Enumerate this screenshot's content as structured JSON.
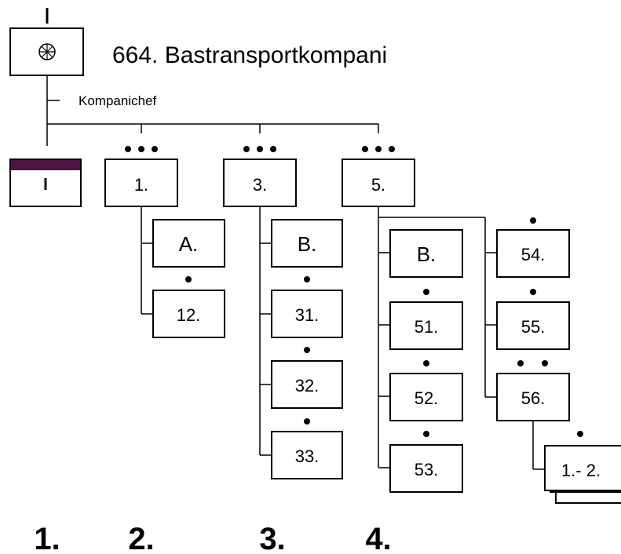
{
  "unit": {
    "title": "664. Bastransportkompani",
    "commander_label": "Kompanichef",
    "hq_symbol_icon": "wheel-symbol-icon",
    "hq_staff_color": "#4a1541"
  },
  "platoons": [
    {
      "label": "1.",
      "subunits": [
        "A.",
        "12."
      ]
    },
    {
      "label": "3.",
      "subunits": [
        "B.",
        "31.",
        "32.",
        "33."
      ]
    },
    {
      "label": "5.",
      "subunits": [
        "B.",
        "51.",
        "52.",
        "53.",
        "54.",
        "55.",
        "56."
      ]
    }
  ],
  "nested": {
    "label": "1.- 2."
  },
  "columns": [
    "1.",
    "2.",
    "3.",
    "4."
  ]
}
